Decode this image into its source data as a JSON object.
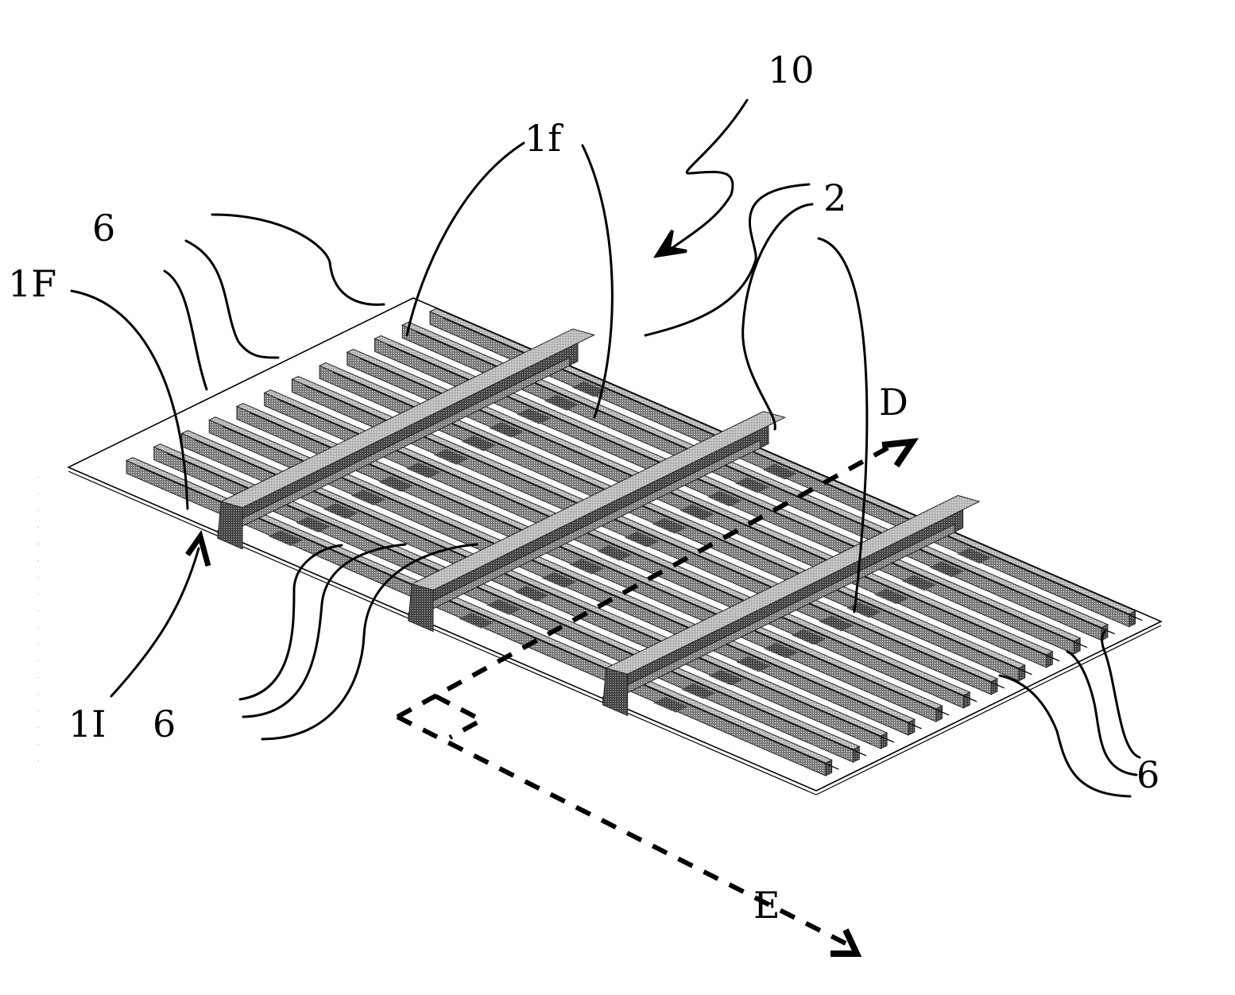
{
  "figure": {
    "title": "Perspective view of deck structure with corrugated panel, ribs and transverse beams",
    "colors": {
      "background": "#ffffff",
      "line": "#000000",
      "beam_fill": "#6e6e6e",
      "beam_dark": "#4a4a4a",
      "beam_light": "#9a9a9a",
      "rib_fill": "#8a8a8a"
    },
    "structure": {
      "rib_count": 12,
      "beam_count": 3,
      "beam_positions_fraction": [
        0.22,
        0.475,
        0.735
      ]
    },
    "labels": [
      {
        "id": "label-10",
        "text": "10"
      },
      {
        "id": "label-1f",
        "text": "1f"
      },
      {
        "id": "label-2",
        "text": "2"
      },
      {
        "id": "label-6-top",
        "text": "6"
      },
      {
        "id": "label-1F",
        "text": "1F"
      },
      {
        "id": "label-D",
        "text": "D"
      },
      {
        "id": "label-1I",
        "text": "1I"
      },
      {
        "id": "label-6-bottom",
        "text": "6"
      },
      {
        "id": "label-6-right",
        "text": "6"
      },
      {
        "id": "label-E",
        "text": "E"
      }
    ],
    "axes": [
      {
        "name": "D",
        "style": "dashed-arrow"
      },
      {
        "name": "E",
        "style": "dashed-arrow"
      }
    ]
  }
}
